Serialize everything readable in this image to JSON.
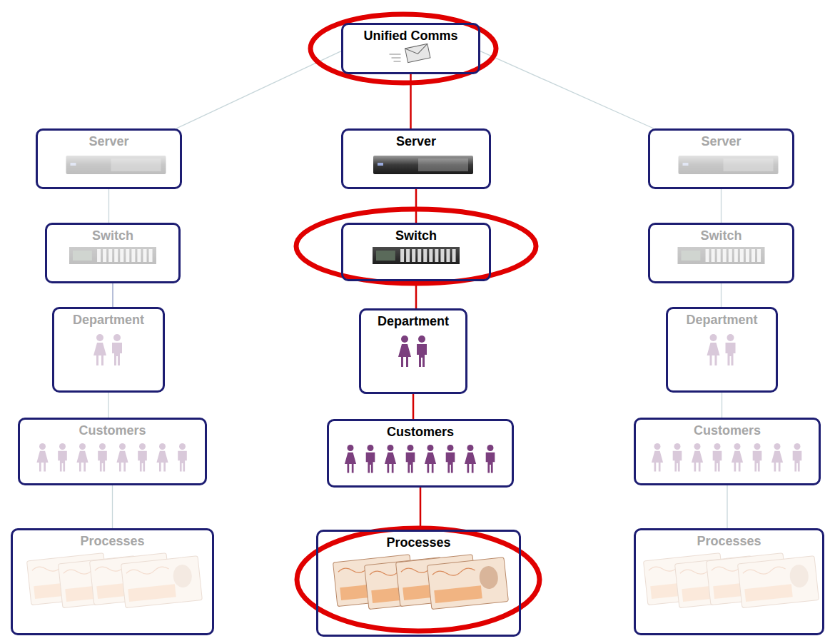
{
  "diagram": {
    "nodes": [
      {
        "text": [
          "Unified Comms"
        ]
      },
      {
        "text": [
          "Server"
        ]
      },
      {
        "text": [
          "Server"
        ]
      },
      {
        "text": [
          "Server"
        ]
      },
      {
        "text": [
          "Switch"
        ]
      },
      {
        "text": [
          "Switch"
        ]
      },
      {
        "text": [
          "Switch"
        ]
      },
      {
        "text": [
          "Department"
        ]
      },
      {
        "text": [
          "Department"
        ]
      },
      {
        "text": [
          "Department"
        ]
      },
      {
        "text": [
          "Customers"
        ]
      },
      {
        "text": [
          "Customers"
        ]
      },
      {
        "text": [
          "Customers"
        ]
      },
      {
        "text": [
          "Processes"
        ]
      },
      {
        "text": [
          "Processes"
        ]
      },
      {
        "text": [
          "Processes"
        ]
      }
    ],
    "edges": [
      {
        "from": 0,
        "to": 1,
        "arrow": "none"
      },
      {
        "from": 0,
        "to": 2,
        "arrow": "none"
      },
      {
        "from": 0,
        "to": 3,
        "arrow": "none"
      },
      {
        "from": 1,
        "to": 4,
        "arrow": "none"
      },
      {
        "from": 2,
        "to": 5,
        "arrow": "none"
      },
      {
        "from": 3,
        "to": 6,
        "arrow": "none"
      },
      {
        "from": 4,
        "to": 7,
        "arrow": "none"
      },
      {
        "from": 5,
        "to": 8,
        "arrow": "none"
      },
      {
        "from": 6,
        "to": 9,
        "arrow": "none"
      },
      {
        "from": 7,
        "to": 10,
        "arrow": "none"
      },
      {
        "from": 8,
        "to": 11,
        "arrow": "none"
      },
      {
        "from": 9,
        "to": 12,
        "arrow": "none"
      },
      {
        "from": 10,
        "to": 13,
        "arrow": "none"
      },
      {
        "from": 11,
        "to": 14,
        "arrow": "none"
      },
      {
        "from": 12,
        "to": 15,
        "arrow": "none"
      }
    ]
  }
}
